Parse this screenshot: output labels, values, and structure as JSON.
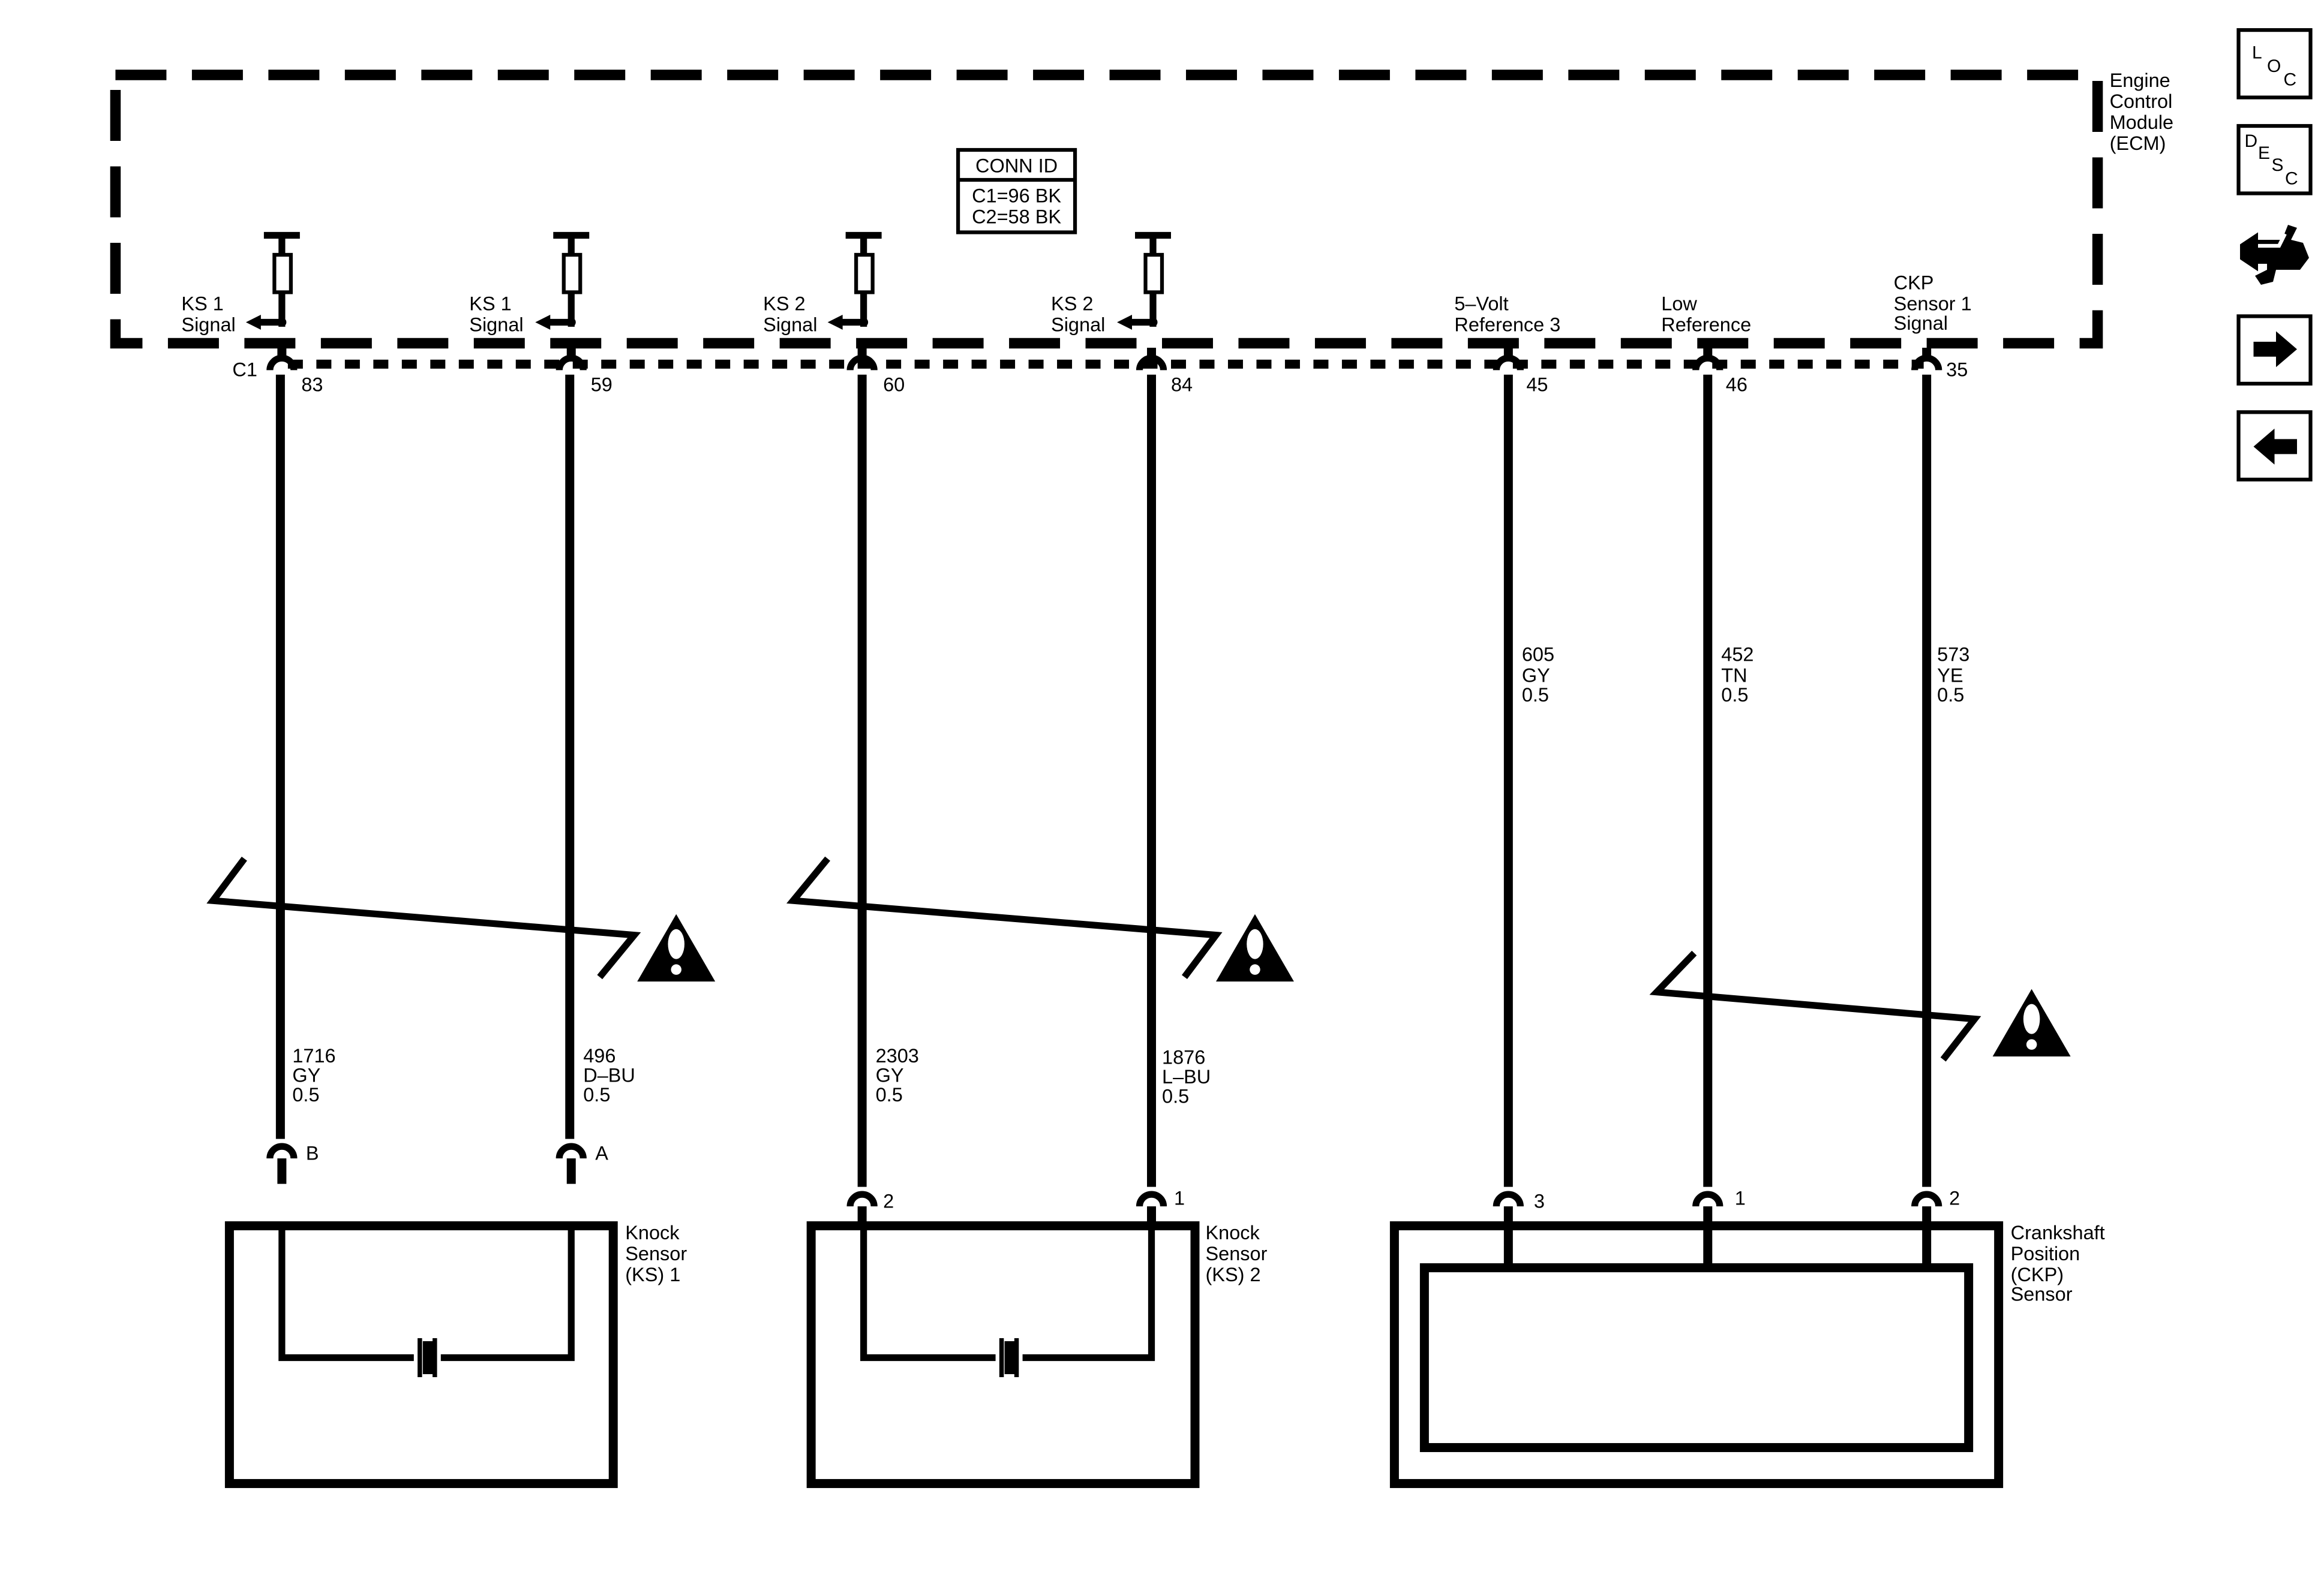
{
  "ecm": {
    "line1": "Engine",
    "line2": "Control",
    "line3": "Module",
    "line4": "(ECM)"
  },
  "conn_id": {
    "title": "CONN ID",
    "c1": "C1=96 BK",
    "c2": "C2=58 BK"
  },
  "connector_label": "C1",
  "circuits": [
    {
      "sig1": "KS 1",
      "sig2": "Signal",
      "pin": "83",
      "wire_upper": [],
      "wire_lower": [
        "1716",
        "GY",
        "0.5"
      ],
      "sensor_pin": "B"
    },
    {
      "sig1": "KS 1",
      "sig2": "Signal",
      "pin": "59",
      "wire_upper": [],
      "wire_lower": [
        "496",
        "D–BU",
        "0.5"
      ],
      "sensor_pin": "A"
    },
    {
      "sig1": "KS 2",
      "sig2": "Signal",
      "pin": "60",
      "wire_upper": [],
      "wire_lower": [
        "2303",
        "GY",
        "0.5"
      ],
      "sensor_pin": "2"
    },
    {
      "sig1": "KS 2",
      "sig2": "Signal",
      "pin": "84",
      "wire_upper": [],
      "wire_lower": [
        "1876",
        "L–BU",
        "0.5"
      ],
      "sensor_pin": "1"
    },
    {
      "sig1": "5–Volt",
      "sig2": "Reference 3",
      "pin": "45",
      "wire_upper": [
        "605",
        "GY",
        "0.5"
      ],
      "wire_lower": [],
      "sensor_pin": "3"
    },
    {
      "sig1": "Low",
      "sig2": "Reference",
      "pin": "46",
      "wire_upper": [
        "452",
        "TN",
        "0.5"
      ],
      "wire_lower": [],
      "sensor_pin": "1"
    },
    {
      "sig1": "CKP",
      "sig2": "Sensor 1",
      "sig3": "Signal",
      "pin": "35",
      "wire_upper": [
        "573",
        "YE",
        "0.5"
      ],
      "wire_lower": [],
      "sensor_pin": "2"
    }
  ],
  "components": [
    {
      "lines": [
        "Knock",
        "Sensor",
        "(KS) 1"
      ]
    },
    {
      "lines": [
        "Knock",
        "Sensor",
        "(KS) 2"
      ]
    },
    {
      "lines": [
        "Crankshaft",
        "Position",
        "(CKP)",
        "Sensor"
      ]
    }
  ],
  "nav": {
    "loc": {
      "big": "L",
      "mid": "O",
      "small": "C"
    },
    "desc": {
      "big": "D",
      "mid": "E",
      "mid2": "S",
      "small": "C"
    },
    "icons": [
      "connector-end-view-icon",
      "next-arrow-icon",
      "previous-arrow-icon"
    ]
  },
  "warning_icon": "caution-triangle-icon"
}
